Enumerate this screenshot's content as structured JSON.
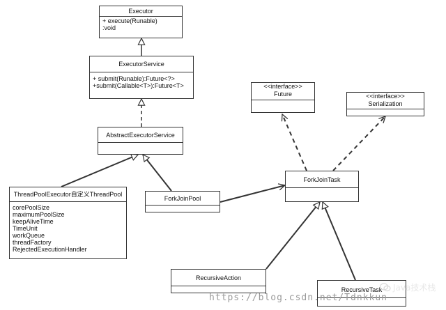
{
  "diagram": {
    "executor": {
      "title": "Executor",
      "members": [
        "+ execute(Runable)",
        ":void"
      ]
    },
    "executor_service": {
      "title": "ExecutorService",
      "members": [
        "+ submit(Runable):Future<?>",
        "+submit(Callable<T>):Future<T>"
      ]
    },
    "abstract_executor_service": {
      "title": "AbstractExecutorService"
    },
    "future": {
      "stereotype": "<<interface>>",
      "title": "Future"
    },
    "serialization": {
      "stereotype": "<<interface>>",
      "title": "Serialization"
    },
    "fork_join_task": {
      "title": "ForkJoinTask"
    },
    "thread_pool_executor": {
      "title": "ThreadPoolExecutor自定义ThreadPool",
      "members": [
        "corePoolSize",
        "maximumPoolSize",
        "keepAliveTime",
        "TimeUnit",
        "workQueue",
        "threadFactory",
        "RejectedExecutionHandler"
      ]
    },
    "fork_join_pool": {
      "title": "ForkJoinPool"
    },
    "recursive_action": {
      "title": "RecursiveAction"
    },
    "recursive_task": {
      "title": "RecursiveTask"
    }
  },
  "watermark": {
    "url": "https://blog.csdn.net/Tdnkkun",
    "brand": "Java技术栈"
  }
}
